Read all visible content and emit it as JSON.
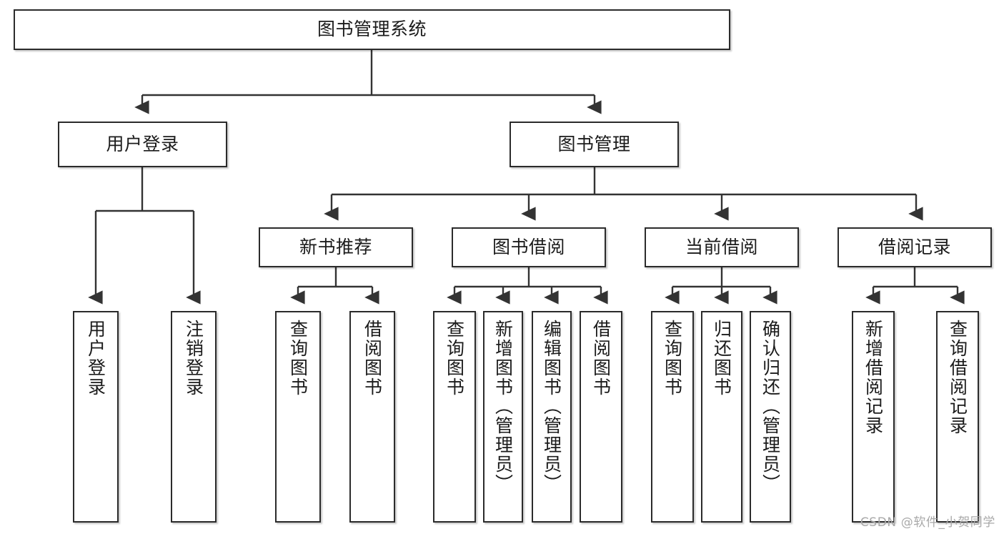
{
  "diagram": {
    "title": "图书管理系统",
    "type": "tree",
    "orientation": "top-down",
    "colors": {
      "box_border": "#2b2b2b",
      "box_fill": "#ffffff",
      "edge": "#333333",
      "text": "#1b1b1b",
      "watermark": "#a9a9a9"
    },
    "root": {
      "label": "图书管理系统"
    },
    "level2": [
      {
        "label": "用户登录"
      },
      {
        "label": "图书管理"
      }
    ],
    "level3": [
      {
        "label": "新书推荐"
      },
      {
        "label": "图书借阅"
      },
      {
        "label": "当前借阅"
      },
      {
        "label": "借阅记录"
      }
    ],
    "leaves": {
      "user_login": [
        {
          "label": "用户登录"
        },
        {
          "label": "注销登录"
        }
      ],
      "new_book_recommend": [
        {
          "label": "查询图书"
        },
        {
          "label": "借阅图书"
        }
      ],
      "book_borrow": [
        {
          "label": "查询图书"
        },
        {
          "label": "新增图书（管理员）"
        },
        {
          "label": "编辑图书（管理员）"
        },
        {
          "label": "借阅图书"
        }
      ],
      "current_borrow": [
        {
          "label": "查询图书"
        },
        {
          "label": "归还图书"
        },
        {
          "label": "确认归还（管理员）"
        }
      ],
      "borrow_record": [
        {
          "label": "新增借阅记录"
        },
        {
          "label": "查询借阅记录"
        }
      ]
    }
  },
  "watermark": {
    "text": "CSDN @软件_小贺同学"
  }
}
